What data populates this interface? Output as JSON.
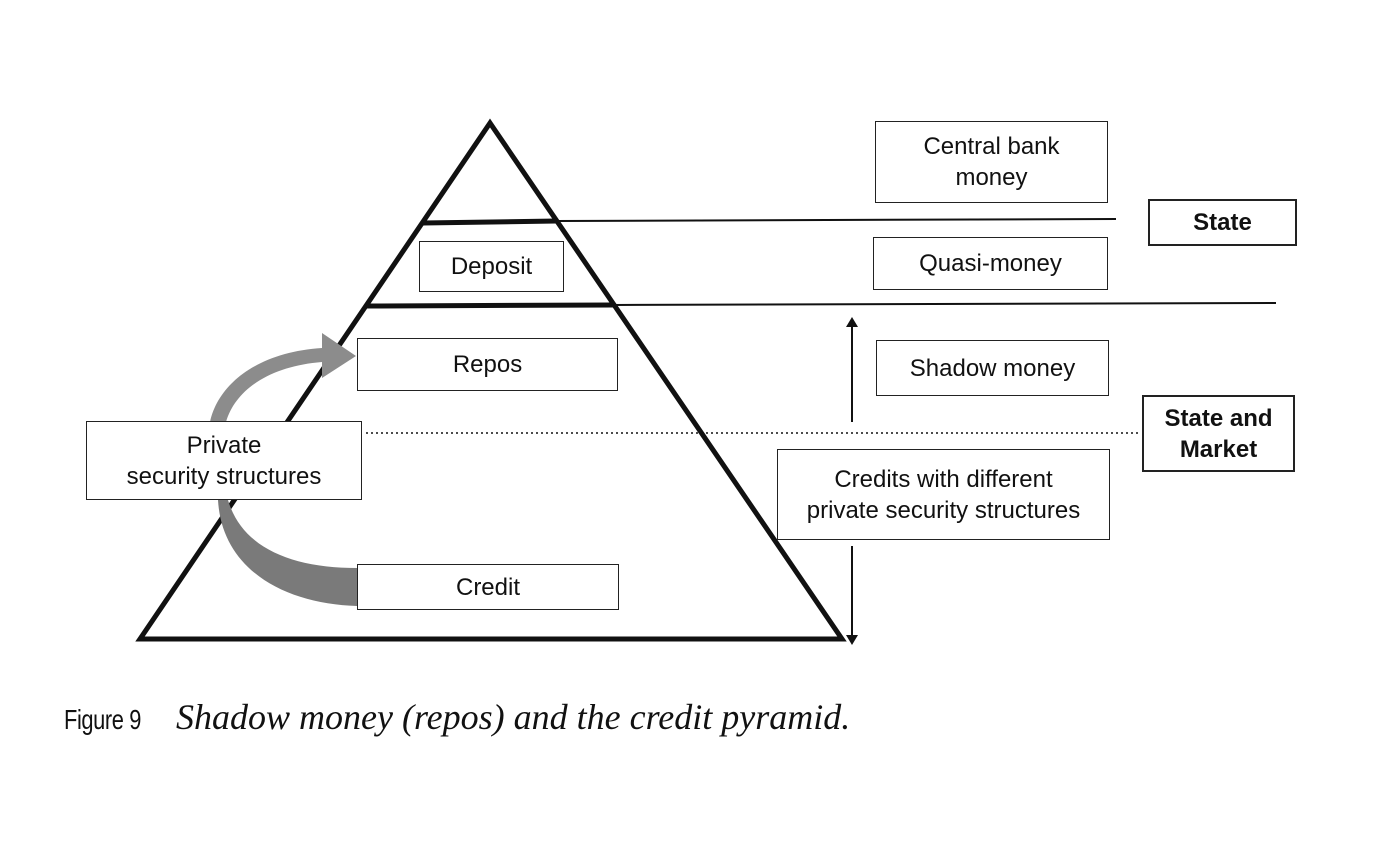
{
  "figure": {
    "label": "Figure 9",
    "caption": "Shadow money (repos) and the credit pyramid."
  },
  "pyramid": {
    "levels": [
      "Deposit",
      "Repos",
      "Credit"
    ]
  },
  "side_source": {
    "label": "Private\nsecurity structures"
  },
  "money_types": {
    "central_bank": "Central bank\nmoney",
    "quasi": "Quasi-money",
    "shadow": "Shadow money",
    "credits": "Credits with different\nprivate security structures"
  },
  "domains": {
    "state": "State",
    "state_market": "State and\nMarket"
  },
  "colors": {
    "line": "#111111",
    "arrow_gray": "#8c8c8c",
    "arrow_gray_dark": "#7a7a7a"
  }
}
